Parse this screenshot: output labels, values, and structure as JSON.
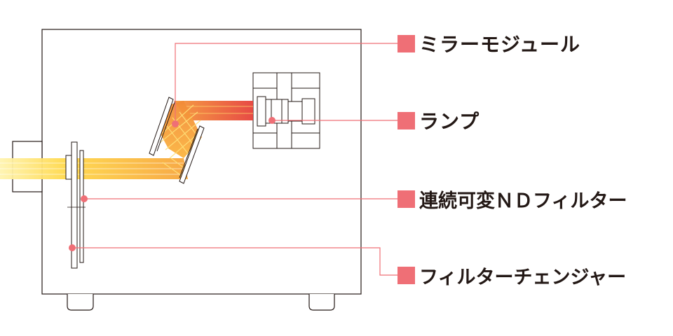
{
  "colors": {
    "accent": "#ef6f76",
    "housing_outline": "#231815",
    "beam_yellow": "#ffd24a",
    "beam_orange": "#f6a53c",
    "beam_red": "#e9473d"
  },
  "labels": {
    "mirror_module": "ミラーモジュール",
    "lamp": "ランプ",
    "nd_filter": "連続可変ＮＤフィルター",
    "filter_changer": "フィルターチェンジャー"
  }
}
